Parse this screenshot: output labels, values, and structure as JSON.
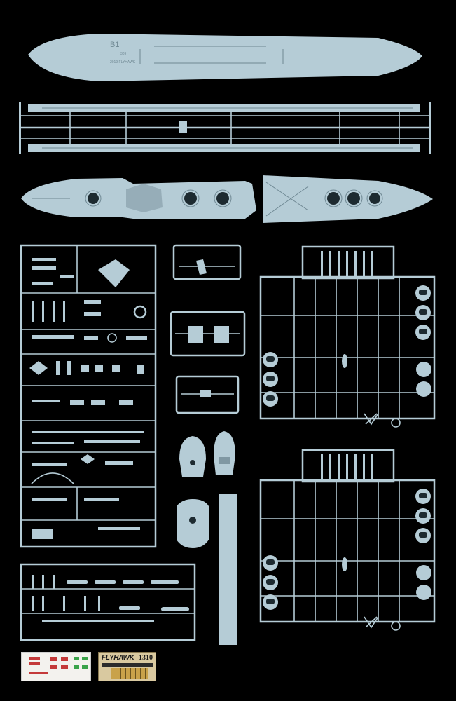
{
  "hull_text": {
    "part_code": "B1",
    "small_code": "309",
    "mold_mark": "2019 FLYHAWK"
  },
  "brand": {
    "name": "FLYHAWK",
    "code": "1310"
  },
  "colors": {
    "background": "#000000",
    "plastic": "#b5ccd6",
    "detail": "#6f8893"
  }
}
